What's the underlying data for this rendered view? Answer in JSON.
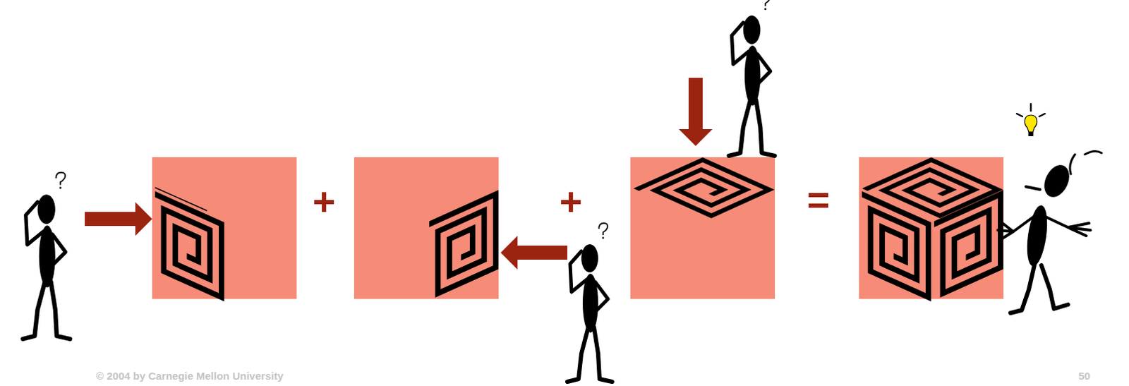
{
  "diagram": {
    "labels": [
      "+",
      "+",
      "=",
      "© 2004 by Carnegie Mellon University",
      "50"
    ]
  }
}
